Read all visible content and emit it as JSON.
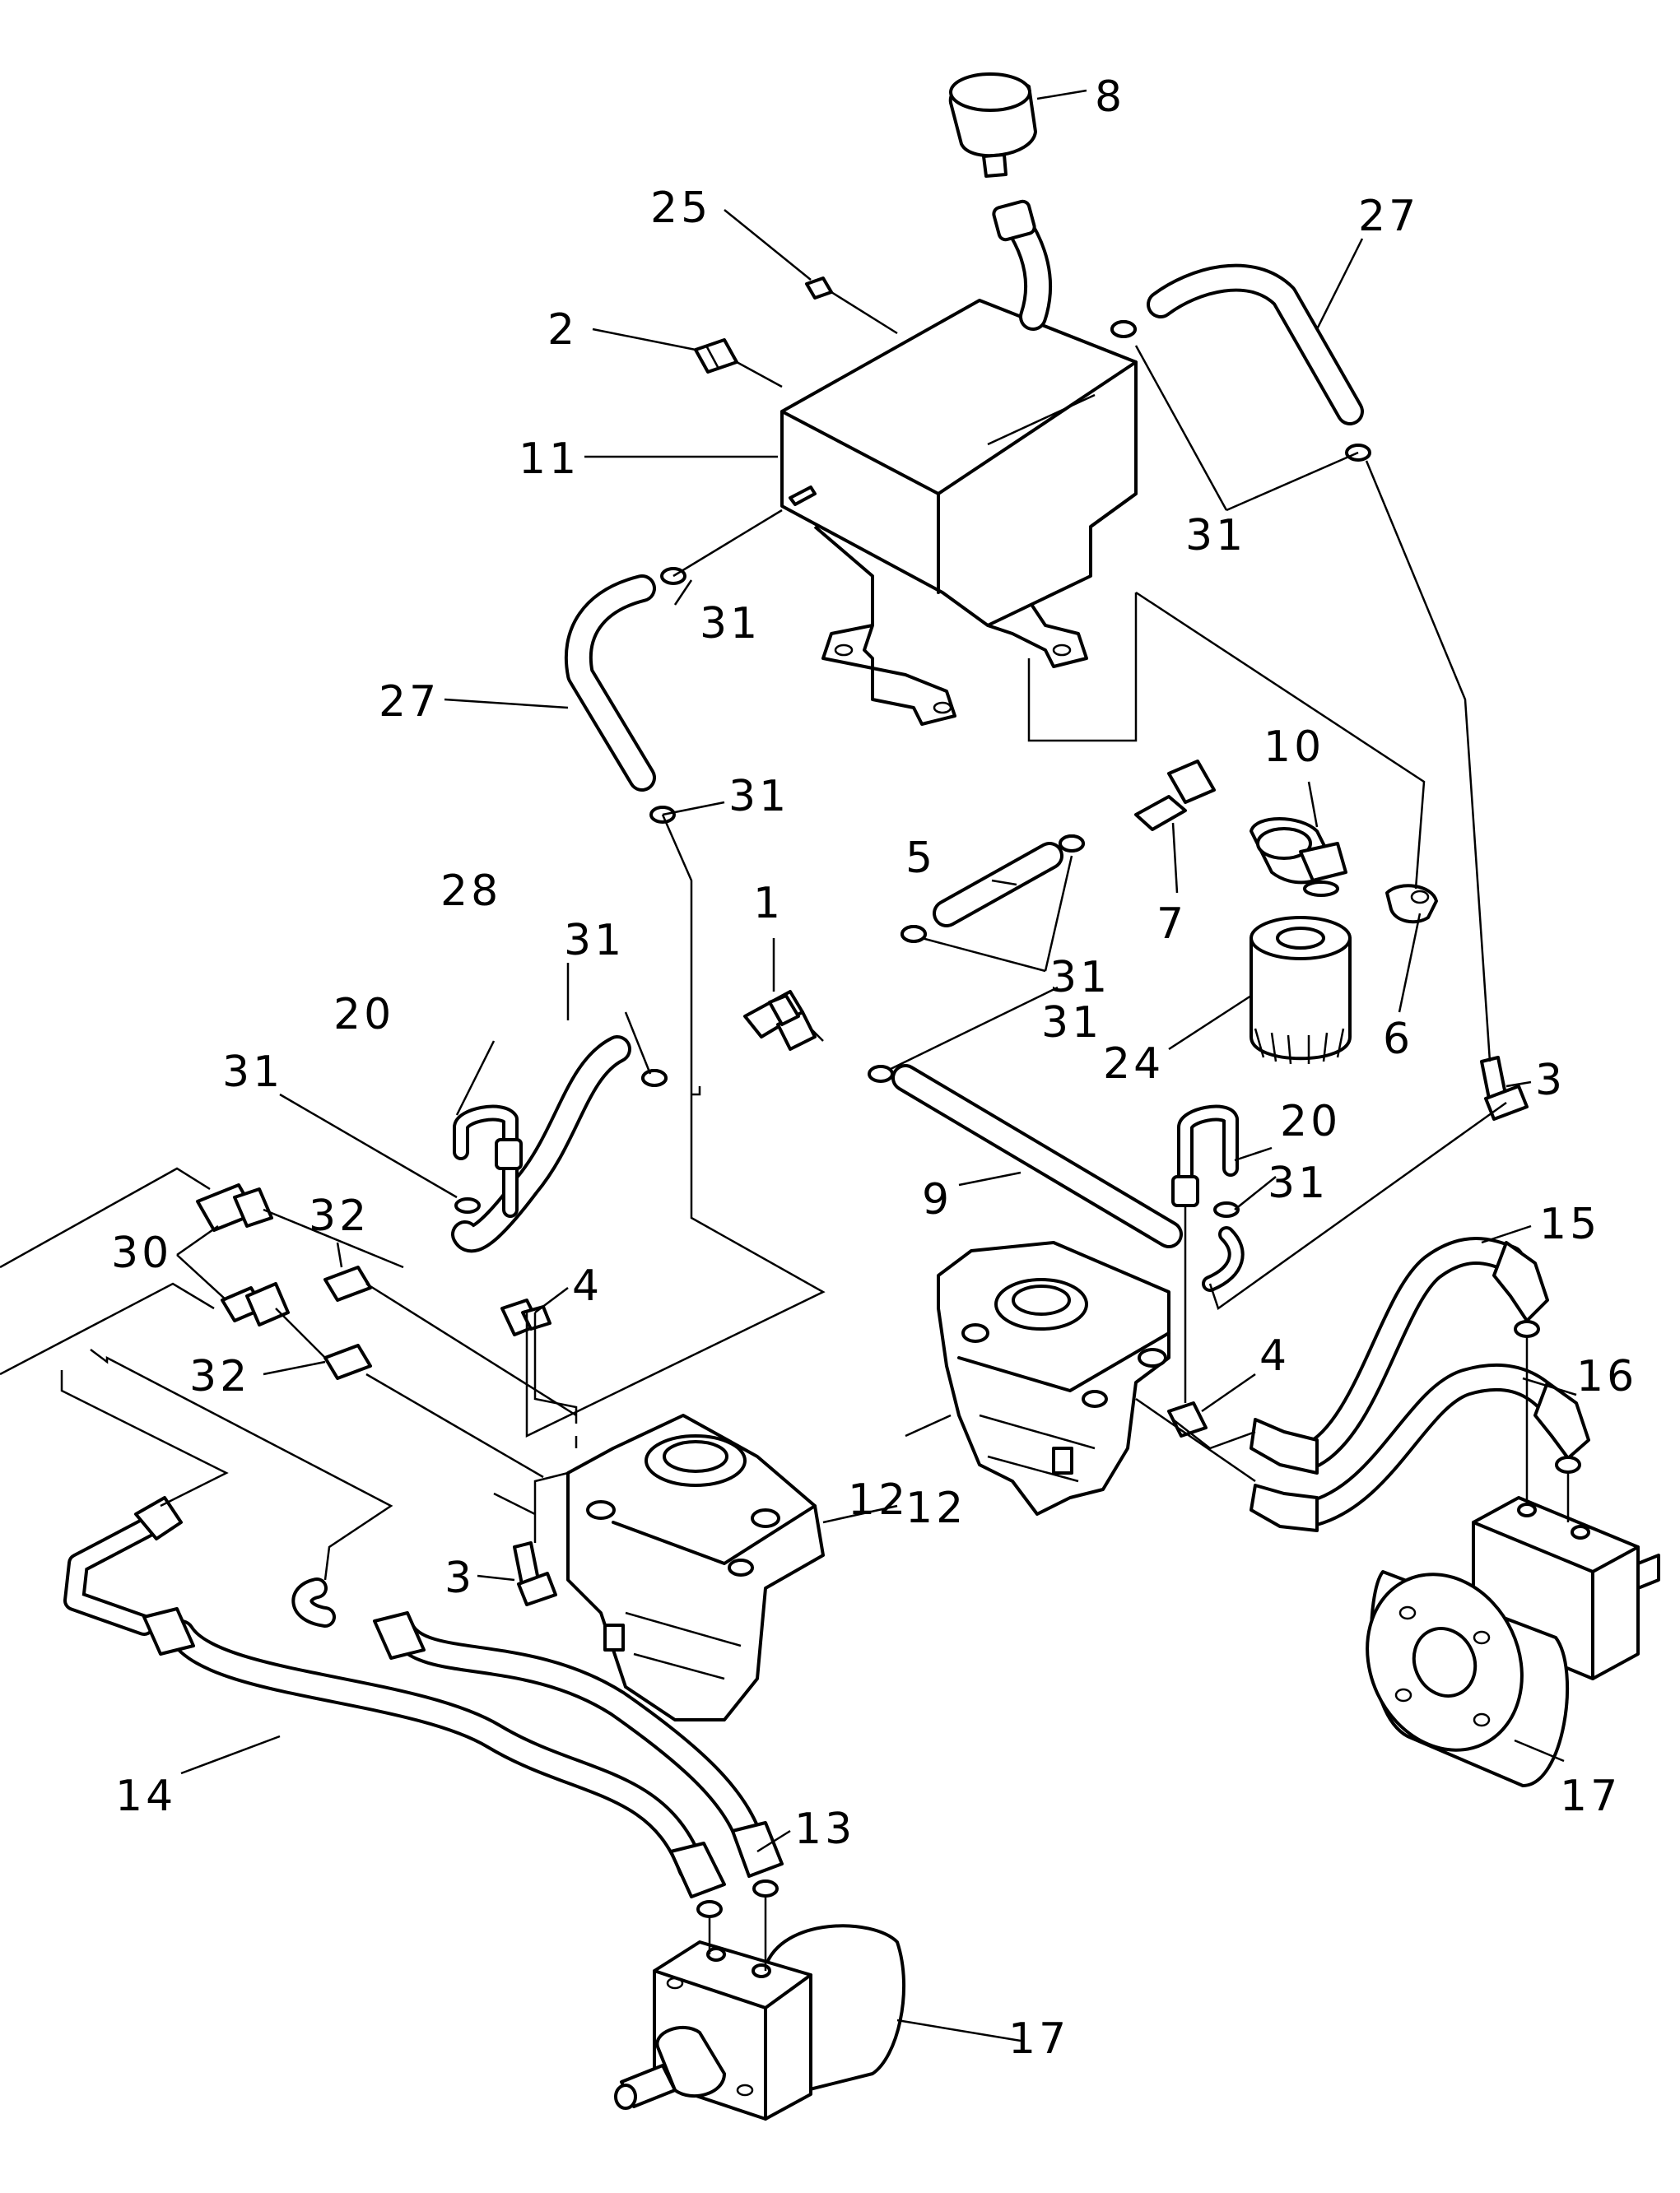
{
  "diagram": {
    "callouts": [
      {
        "id": "c-8",
        "label": "8"
      },
      {
        "id": "c-25",
        "label": "25"
      },
      {
        "id": "c-27-top",
        "label": "27"
      },
      {
        "id": "c-2",
        "label": "2"
      },
      {
        "id": "c-11",
        "label": "11"
      },
      {
        "id": "c-31-tr",
        "label": "31"
      },
      {
        "id": "c-31-tank",
        "label": "31"
      },
      {
        "id": "c-27-left",
        "label": "27"
      },
      {
        "id": "c-10",
        "label": "10"
      },
      {
        "id": "c-31-hose",
        "label": "31"
      },
      {
        "id": "c-5",
        "label": "5"
      },
      {
        "id": "c-28",
        "label": "28"
      },
      {
        "id": "c-1",
        "label": "1"
      },
      {
        "id": "c-7",
        "label": "7"
      },
      {
        "id": "c-31-a",
        "label": "31"
      },
      {
        "id": "c-31-b",
        "label": "31"
      },
      {
        "id": "c-6",
        "label": "6"
      },
      {
        "id": "c-20-left",
        "label": "20"
      },
      {
        "id": "c-31-c",
        "label": "31"
      },
      {
        "id": "c-31-d",
        "label": "31"
      },
      {
        "id": "c-24",
        "label": "24"
      },
      {
        "id": "c-3-right",
        "label": "3"
      },
      {
        "id": "c-20-right",
        "label": "20"
      },
      {
        "id": "c-31-e",
        "label": "31"
      },
      {
        "id": "c-9",
        "label": "9"
      },
      {
        "id": "c-32-top",
        "label": "32"
      },
      {
        "id": "c-15",
        "label": "15"
      },
      {
        "id": "c-30",
        "label": "30"
      },
      {
        "id": "c-4-left",
        "label": "4"
      },
      {
        "id": "c-4-right",
        "label": "4"
      },
      {
        "id": "c-16",
        "label": "16"
      },
      {
        "id": "c-32-bot",
        "label": "32"
      },
      {
        "id": "c-12-right",
        "label": "12"
      },
      {
        "id": "c-12-left",
        "label": "12"
      },
      {
        "id": "c-3-left",
        "label": "3"
      },
      {
        "id": "c-17-right",
        "label": "17"
      },
      {
        "id": "c-14",
        "label": "14"
      },
      {
        "id": "c-13",
        "label": "13"
      },
      {
        "id": "c-17-bottom",
        "label": "17"
      }
    ]
  }
}
